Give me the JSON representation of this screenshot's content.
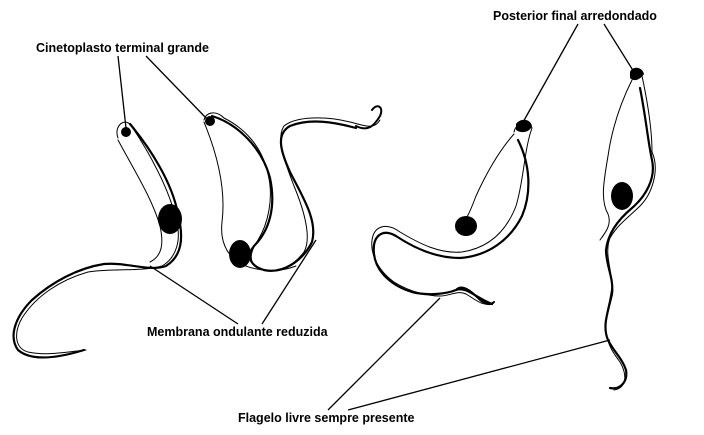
{
  "labels": {
    "kinetoplast": "Cinetoplasto terminal grande",
    "posterior": "Posterior final arredondado",
    "membrane": "Membrana ondulante reduzida",
    "flagellum": "Flagelo livre sempre presente"
  }
}
